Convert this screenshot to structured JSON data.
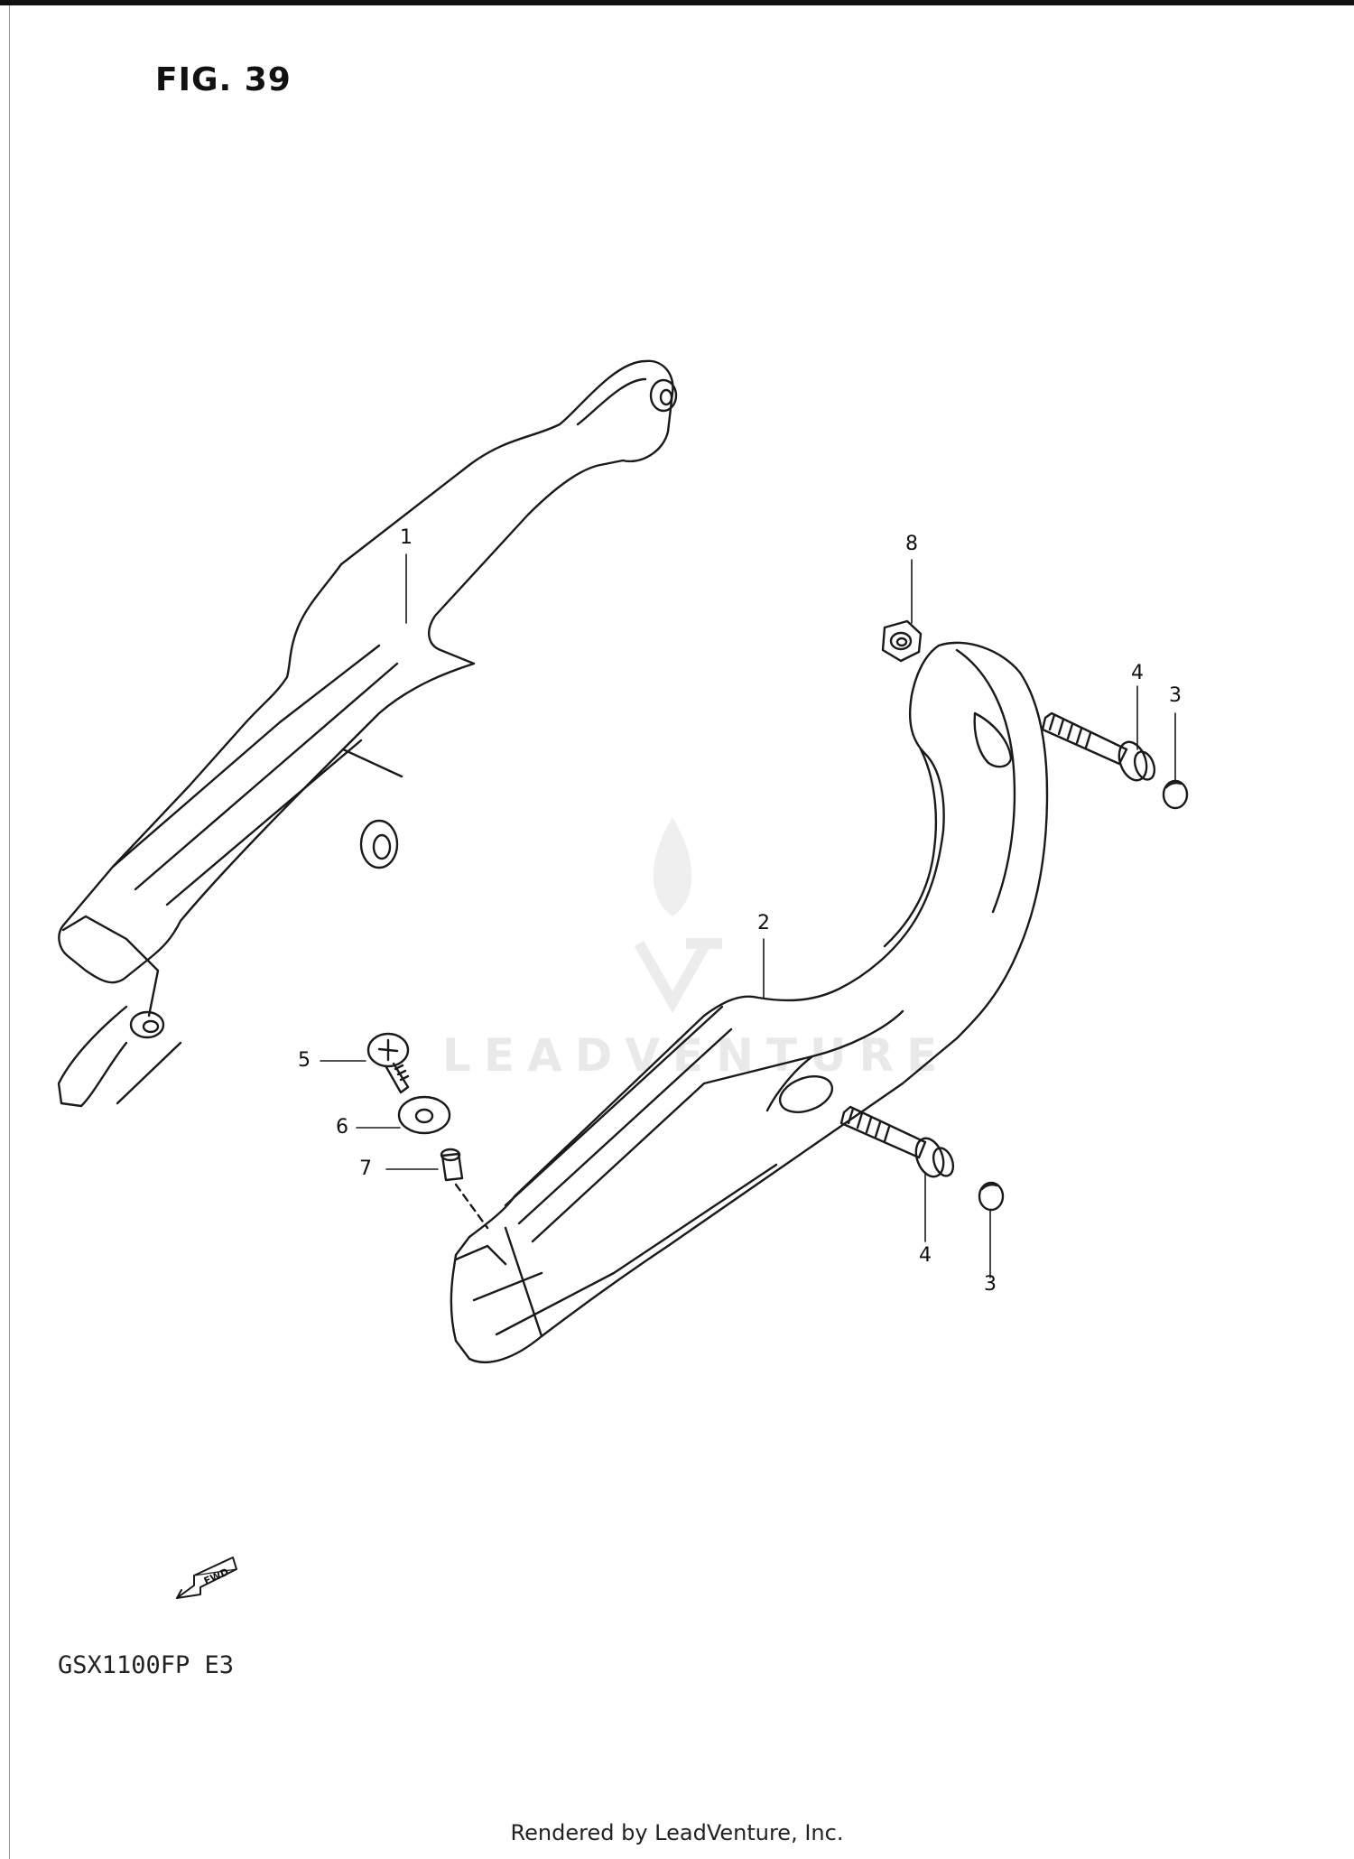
{
  "figure": {
    "title": "FIG. 39",
    "model": "GSX1100FP  E3"
  },
  "callouts": [
    {
      "number": "1"
    },
    {
      "number": "2"
    },
    {
      "number": "3"
    },
    {
      "number": "3"
    },
    {
      "number": "4"
    },
    {
      "number": "4"
    },
    {
      "number": "5"
    },
    {
      "number": "6"
    },
    {
      "number": "7"
    },
    {
      "number": "8"
    }
  ],
  "direction_indicator": {
    "label": "FWD",
    "icon": "fwd-arrow-icon"
  },
  "watermark": {
    "logo": "leadventure-logo",
    "text": "LEADVENTURE"
  },
  "footer": "Rendered by LeadVenture, Inc."
}
